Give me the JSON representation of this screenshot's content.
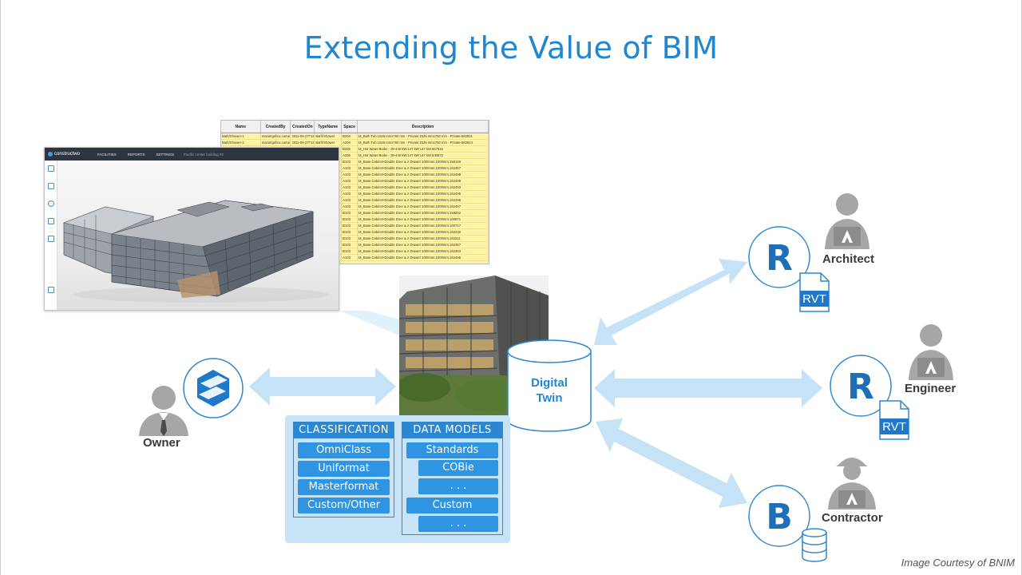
{
  "slide": {
    "title": "Extending the Value of BIM",
    "courtesy": "Image Courtesy of BNIM"
  },
  "spreadsheet": {
    "columns": [
      "Name",
      "CreatedBy",
      "CreatedOn",
      "TypeName",
      "Space",
      "Description"
    ],
    "rows": [
      [
        "Bath/Shower-1",
        "mariangelica.carrasq",
        "2011-09-27T18",
        "Bath/Shower",
        "B204",
        "M_Bath Tub:1525 mmx760 mm - Private:1525 mmx760 mm - Private:582931"
      ],
      [
        "Bath/Shower-2",
        "mariangelica.carrasq",
        "2011-09-27T18",
        "Bath/Shower",
        "A204",
        "M_Bath Tub:1525 mmx760 mm - Private:1525 mmx760 mm - Private:582924"
      ],
      [
        "",
        "",
        "",
        "",
        "B205",
        "M_Hot Water Boiler - 39-440 kW:147 kW:147 kW:557516"
      ],
      [
        "",
        "",
        "",
        "",
        "A205",
        "M_Hot Water Boiler - 39-440 kW:147 kW:147 kW:530872"
      ],
      [
        "",
        "",
        "",
        "",
        "B103",
        "M_Base Cabinet-Double Door & 2 Drawer:1000mm:1000mm:159159"
      ],
      [
        "",
        "",
        "",
        "",
        "A103",
        "M_Base Cabinet-Double Door & 2 Drawer:1000mm:1000mm:162487"
      ],
      [
        "",
        "",
        "",
        "",
        "A103",
        "M_Base Cabinet-Double Door & 2 Drawer:1000mm:1000mm:162488"
      ],
      [
        "",
        "",
        "",
        "",
        "A103",
        "M_Base Cabinet-Double Door & 2 Drawer:1000mm:1000mm:162489"
      ],
      [
        "",
        "",
        "",
        "",
        "A103",
        "M_Base Cabinet-Double Door & 2 Drawer:1000mm:1000mm:162493"
      ],
      [
        "",
        "",
        "",
        "",
        "A103",
        "M_Base Cabinet-Double Door & 2 Drawer:1000mm:1000mm:162495"
      ],
      [
        "",
        "",
        "",
        "",
        "A103",
        "M_Base Cabinet-Double Door & 2 Drawer:1000mm:1000mm:162496"
      ],
      [
        "",
        "",
        "",
        "",
        "A103",
        "M_Base Cabinet-Double Door & 2 Drawer:1000mm:1000mm:162497"
      ],
      [
        "",
        "",
        "",
        "",
        "B103",
        "M_Base Cabinet-Double Door & 2 Drawer:1000mm:1000mm:159262"
      ],
      [
        "",
        "",
        "",
        "",
        "B103",
        "M_Base Cabinet-Double Door & 2 Drawer:1000mm:1000mm:160671"
      ],
      [
        "",
        "",
        "",
        "",
        "B103",
        "M_Base Cabinet-Double Door & 2 Drawer:1000mm:1000mm:160717"
      ],
      [
        "",
        "",
        "",
        "",
        "B103",
        "M_Base Cabinet-Double Door & 2 Drawer:1000mm:1000mm:162230"
      ],
      [
        "",
        "",
        "",
        "",
        "B103",
        "M_Base Cabinet-Double Door & 2 Drawer:1000mm:1000mm:162311"
      ],
      [
        "",
        "",
        "",
        "",
        "B103",
        "M_Base Cabinet-Double Door & 2 Drawer:1000mm:1000mm:162357"
      ],
      [
        "",
        "",
        "",
        "",
        "B103",
        "M_Base Cabinet-Double Door & 2 Drawer:1000mm:1000mm:162383"
      ],
      [
        "",
        "",
        "",
        "",
        "A103",
        "M_Base Cabinet-Double Door & 2 Drawer:1000mm:1000mm:162486"
      ]
    ]
  },
  "app": {
    "logo": "constructwo",
    "nav": [
      "FACILITIES",
      "REPORTS",
      "SETTINGS"
    ],
    "search": "Pacific center building #2"
  },
  "center": {
    "label_line1": "Digital",
    "label_line2": "Twin"
  },
  "classification": {
    "header": "CLASSIFICATION",
    "items": [
      "OmniClass",
      "Uniformat",
      "Masterformat",
      "Custom/Other"
    ]
  },
  "data_models": {
    "header": "DATA MODELS",
    "items": [
      "Standards",
      "COBie",
      ". . .",
      "Custom",
      ". . ."
    ]
  },
  "roles": {
    "owner": "Owner",
    "architect": "Architect",
    "engineer": "Engineer",
    "contractor": "Contractor"
  },
  "badges": {
    "revit": "R",
    "bim360": "B",
    "rvt": "RVT"
  },
  "colors": {
    "title": "#1f86cf",
    "arrow": "#c5e2f7",
    "accent": "#2b87d1",
    "panel": "#c9e3f6",
    "person": "#a6a6a6"
  }
}
